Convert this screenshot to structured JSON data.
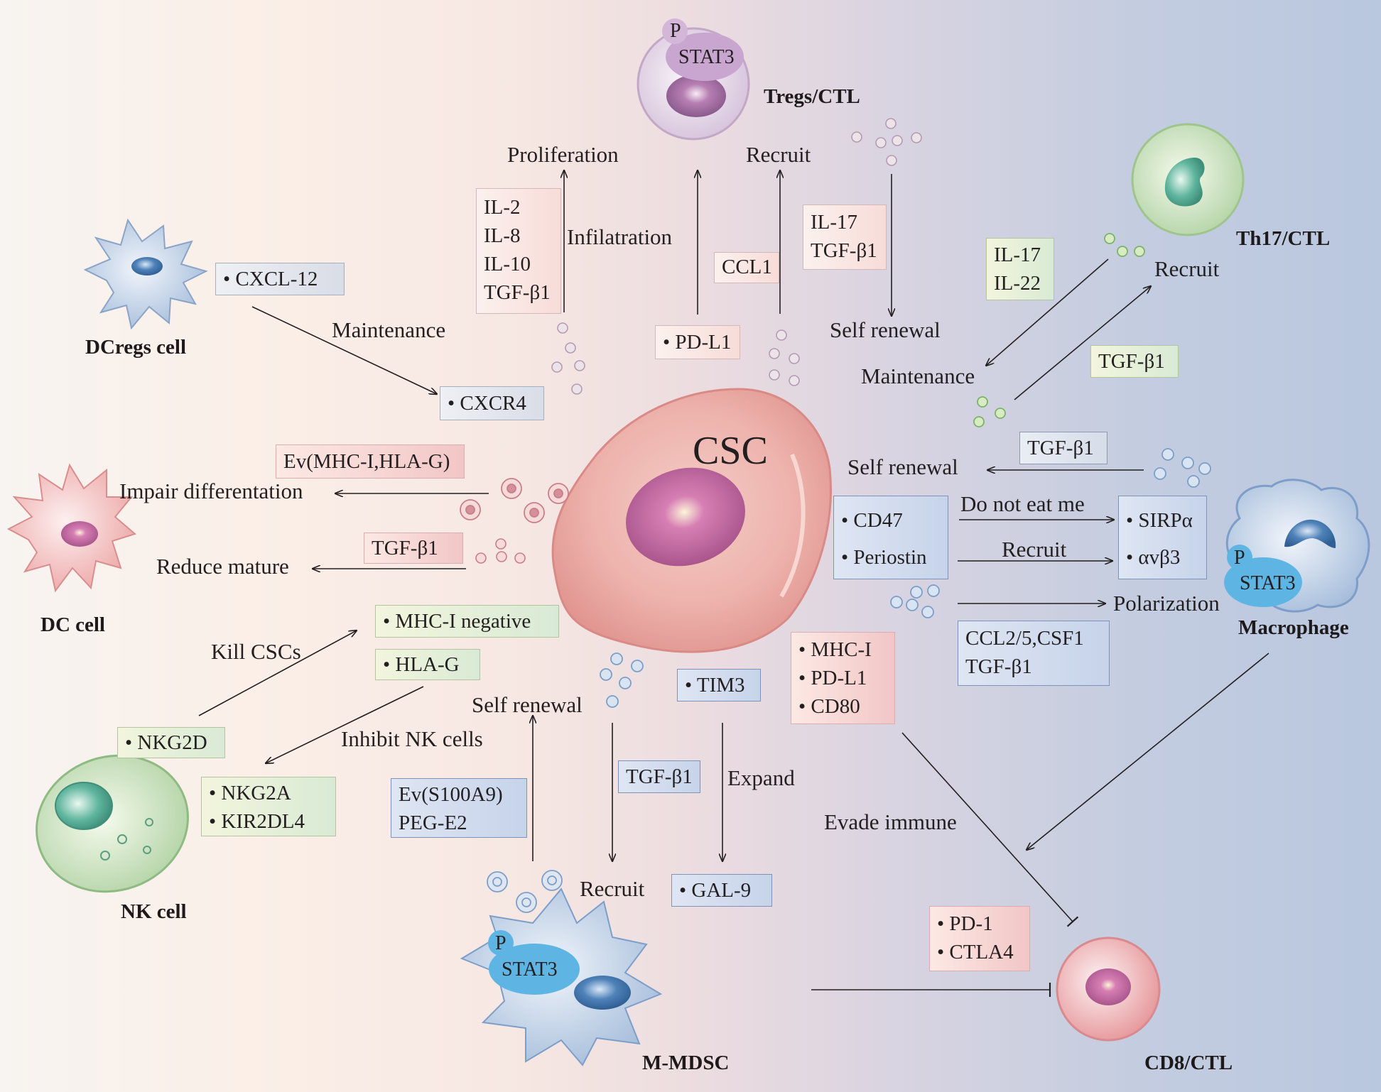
{
  "cells": {
    "tregs": "Tregs/CTL",
    "th17": "Th17/CTL",
    "dcregs": "DCregs cell",
    "dc": "DC cell",
    "nk": "NK cell",
    "mmdsc": "M-MDSC",
    "macrophage": "Macrophage",
    "cd8": "CD8/CTL",
    "csc": "CSC"
  },
  "phospho": {
    "p": "P",
    "stat3": "STAT3"
  },
  "labels": {
    "proliferation": "Proliferation",
    "infilatration": "Infilatration",
    "recruit_top": "Recruit",
    "self_renewal_top": "Self renewal",
    "maintenance_left": "Maintenance",
    "maintenance_right": "Maintenance",
    "recruit_th17": "Recruit",
    "impair": "Impair differentation",
    "reduce": "Reduce mature",
    "kill": "Kill CSCs",
    "inhibit_nk": "Inhibit NK cells",
    "self_renewal_right": "Self renewal",
    "do_not_eat": "Do not eat me",
    "recruit_mac": "Recruit",
    "polarization": "Polarization",
    "self_renewal_bottom": "Self renewal",
    "expand": "Expand",
    "recruit_bottom": "Recruit",
    "evade": "Evade immune"
  },
  "boxes": {
    "il_group": [
      "IL-2",
      "IL-8",
      "IL-10",
      "TGF-β1"
    ],
    "ccl1": "CCL1",
    "il17_tgf": [
      "IL-17",
      "TGF-β1"
    ],
    "pdl1": "• PD-L1",
    "cxcl12": "• CXCL-12",
    "cxcr4": "• CXCR4",
    "il17_il22": [
      "IL-17",
      "IL-22"
    ],
    "tgf_th17": "TGF-β1",
    "tgf_right": "TGF-β1",
    "ev_mhc": "Ev(MHC-I,HLA-G)",
    "tgf_dc": "TGF-β1",
    "cd47_periostin": [
      "• CD47",
      "• Periostin"
    ],
    "sirpa": [
      "• SIRPα",
      "• αvβ3"
    ],
    "ccl25": [
      "CCL2/5,CSF1",
      "TGF-β1"
    ],
    "mhc_neg": "• MHC-I negative",
    "hlag": "• HLA-G",
    "nkg2d": "• NKG2D",
    "nkg2a": [
      "• NKG2A",
      "• KIR2DL4"
    ],
    "mhci_group": [
      "• MHC-I",
      "• PD-L1",
      "• CD80"
    ],
    "tim3": "• TIM3",
    "tgf_bottom": "TGF-β1",
    "ev_s100": [
      "Ev(S100A9)",
      "PEG-E2"
    ],
    "gal9": "• GAL-9",
    "pd1": [
      "• PD-1",
      "• CTLA4"
    ]
  }
}
